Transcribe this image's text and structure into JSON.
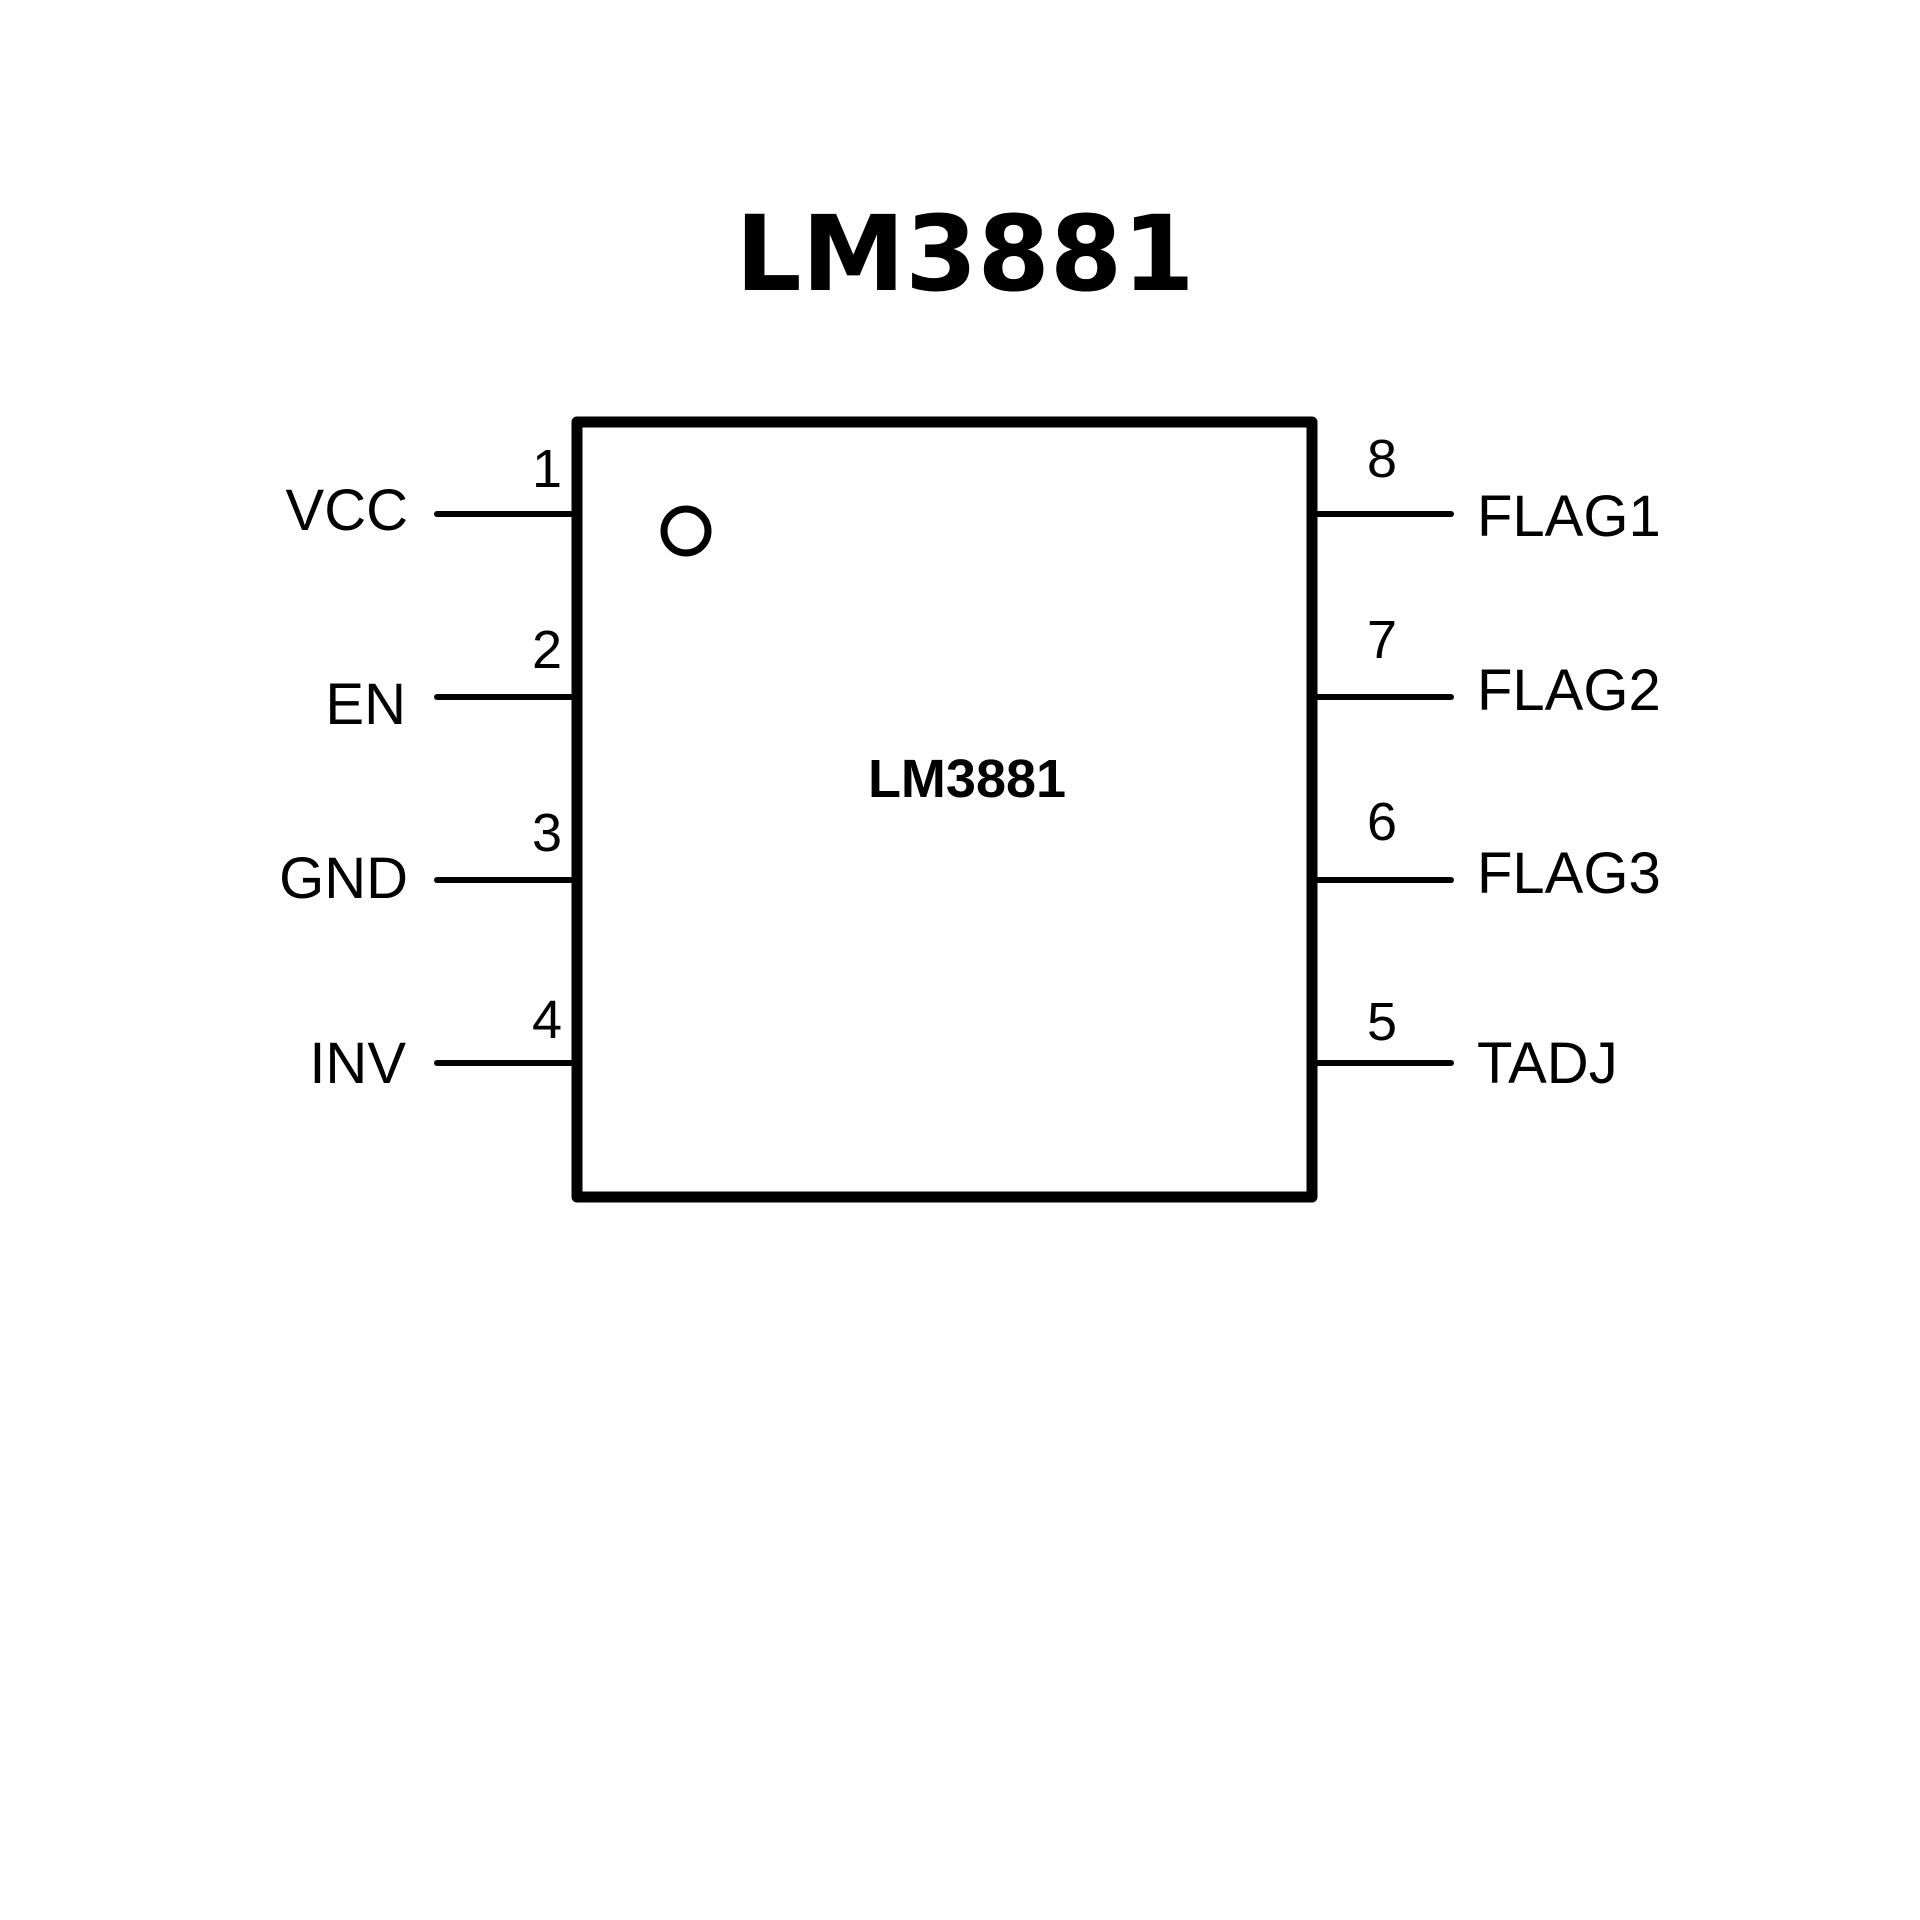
{
  "title": "LM3881",
  "chip": {
    "label": "LM3881",
    "pins_left": [
      {
        "number": "1",
        "name": "VCC"
      },
      {
        "number": "2",
        "name": "EN"
      },
      {
        "number": "3",
        "name": "GND"
      },
      {
        "number": "4",
        "name": "INV"
      }
    ],
    "pins_right": [
      {
        "number": "8",
        "name": "FLAG1"
      },
      {
        "number": "7",
        "name": "FLAG2"
      },
      {
        "number": "6",
        "name": "FLAG3"
      },
      {
        "number": "5",
        "name": "TADJ"
      }
    ]
  }
}
